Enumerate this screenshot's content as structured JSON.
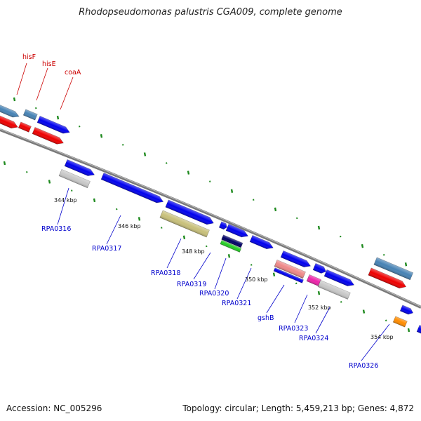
{
  "title": "Rhodopseudomonas palustris CGA009, complete genome",
  "footer": {
    "accession": "Accession: NC_005296",
    "topology": "Topology: circular; Length: 5,459,213 bp; Genes: 4,872"
  },
  "colors": {
    "backbone": "#8a8a8a",
    "tick": "#1f8a1f",
    "gene_label_top": "#cc0000",
    "gene_label_bottom": "#0000cc",
    "blue": "#0000ee",
    "steelblue": "#4682b4",
    "red": "#ee0000",
    "grey": "#c8c8c8",
    "khaki": "#c8c07a",
    "navy": "#000066",
    "green": "#22cc22",
    "pink": "#ee8888",
    "magenta": "#ee22aa",
    "orange": "#ff8c00"
  },
  "top_gene_labels": [
    "hisF",
    "hisE",
    "coaA"
  ],
  "bottom_gene_labels": [
    "RPA0316",
    "RPA0317",
    "RPA0318",
    "RPA0319",
    "RPA0320",
    "RPA0321",
    "gshB",
    "RPA0323",
    "RPA0324",
    "RPA0326"
  ],
  "scale_labels": [
    "344 kbp",
    "346 kbp",
    "348 kbp",
    "350 kbp",
    "352 kbp",
    "354 kbp"
  ]
}
